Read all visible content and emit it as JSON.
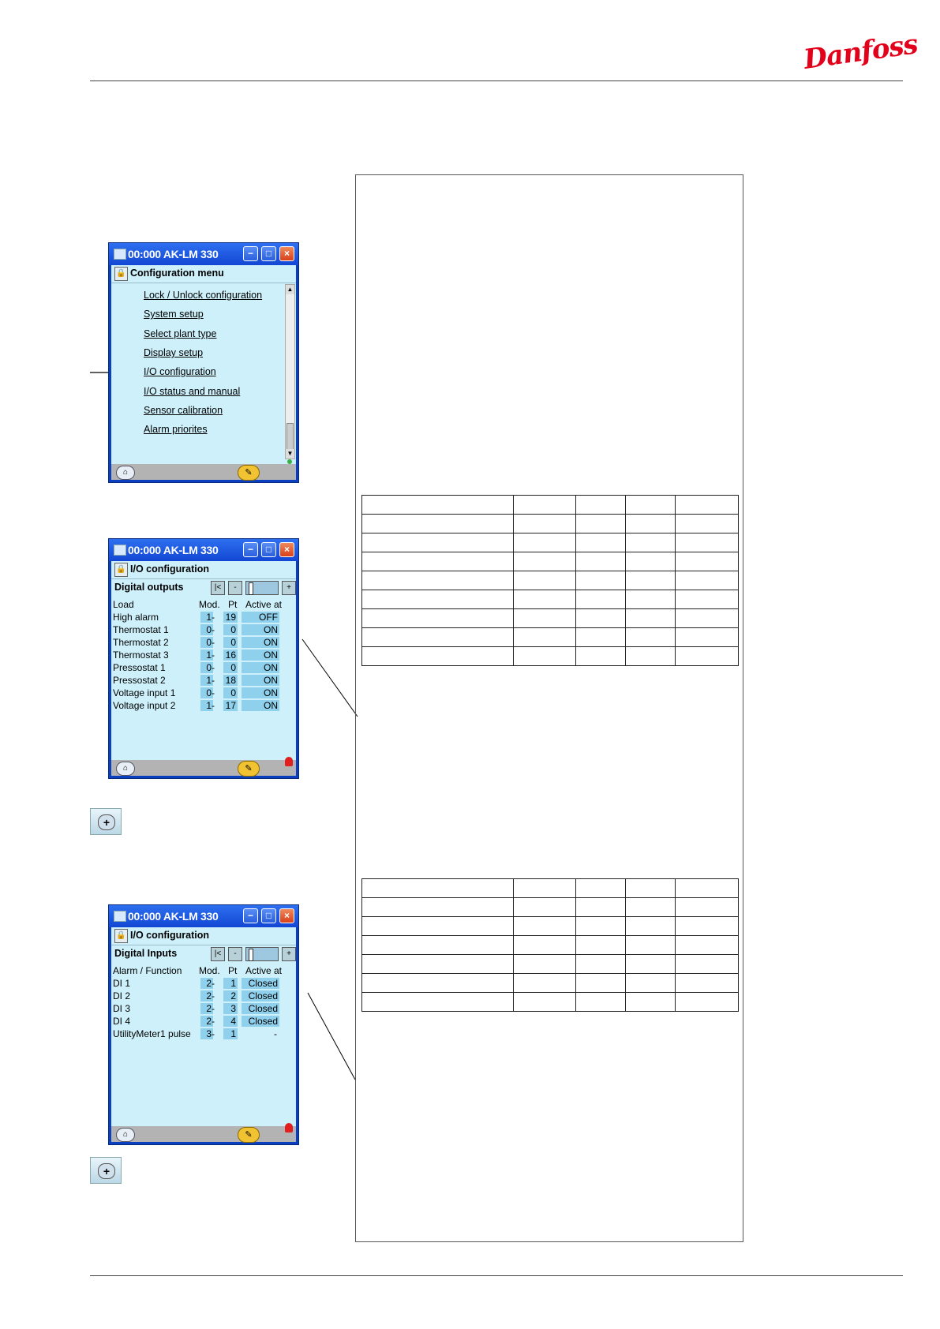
{
  "brand": {
    "logo_text": "Danfoss",
    "color": "#e2001a"
  },
  "window_title": "00:000 AK-LM 330",
  "icons": {
    "minimize": "−",
    "maximize": "□",
    "close": "×",
    "lock": "🔒",
    "home": "⌂",
    "wrench": "✎",
    "first": "|<",
    "prev": "-",
    "next": "+",
    "plus": "+",
    "up": "▲",
    "down": "▼"
  },
  "win1": {
    "header": "Configuration menu",
    "items": [
      "Lock / Unlock configuration",
      "System setup",
      "Select plant type",
      "Display setup",
      "I/O configuration",
      "I/O status and manual",
      "Sensor calibration",
      "Alarm priorites"
    ]
  },
  "win2": {
    "header": "I/O configuration",
    "section": "Digital outputs",
    "columns": {
      "name": "Load",
      "mod": "Mod.",
      "pt": "Pt",
      "active": "Active at"
    },
    "rows": [
      {
        "name": "High alarm",
        "mod": "1",
        "pt": "19",
        "active": "OFF"
      },
      {
        "name": "Thermostat 1",
        "mod": "0",
        "pt": "0",
        "active": "ON"
      },
      {
        "name": "Thermostat 2",
        "mod": "0",
        "pt": "0",
        "active": "ON"
      },
      {
        "name": "Thermostat 3",
        "mod": "1",
        "pt": "16",
        "active": "ON"
      },
      {
        "name": "Pressostat 1",
        "mod": "0",
        "pt": "0",
        "active": "ON"
      },
      {
        "name": "Pressostat 2",
        "mod": "1",
        "pt": "18",
        "active": "ON"
      },
      {
        "name": "Voltage input 1",
        "mod": "0",
        "pt": "0",
        "active": "ON"
      },
      {
        "name": "Voltage input 2",
        "mod": "1",
        "pt": "17",
        "active": "ON"
      }
    ]
  },
  "win3": {
    "header": "I/O configuration",
    "section": "Digital Inputs",
    "columns": {
      "name": "Alarm / Function",
      "mod": "Mod.",
      "pt": "Pt",
      "active": "Active at"
    },
    "rows": [
      {
        "name": "DI 1",
        "mod": "2",
        "pt": "1",
        "active": "Closed"
      },
      {
        "name": "DI 2",
        "mod": "2",
        "pt": "2",
        "active": "Closed"
      },
      {
        "name": "DI 3",
        "mod": "2",
        "pt": "3",
        "active": "Closed"
      },
      {
        "name": "DI 4",
        "mod": "2",
        "pt": "4",
        "active": "Closed"
      },
      {
        "name": "UtilityMeter1 pulse",
        "mod": "3",
        "pt": "1",
        "active": "-"
      }
    ]
  },
  "dash": "-"
}
